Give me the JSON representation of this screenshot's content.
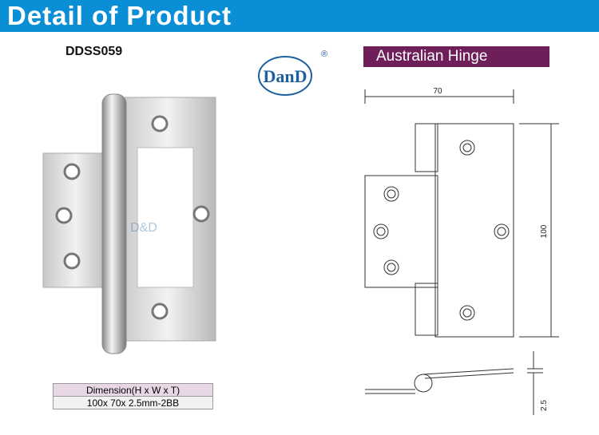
{
  "header": {
    "title": "Detail of Product"
  },
  "product": {
    "model": "DDSS059",
    "type": "Australian Hinge"
  },
  "logo": {
    "text": "DanD",
    "registered": "®",
    "color": "#1e5fa0"
  },
  "watermark": "D&D",
  "drawing": {
    "width_label": "70",
    "height_label": "100",
    "thickness_label": "2.5"
  },
  "spec_table": {
    "header": "Dimension(H x W x T)",
    "value": "100x 70x 2.5mm-2BB"
  },
  "colors": {
    "header": "#0a8fd6",
    "type_banner": "#6e1f5a"
  }
}
